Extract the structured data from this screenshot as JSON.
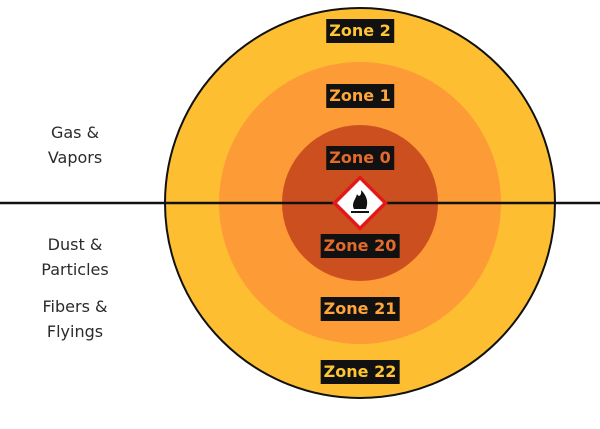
{
  "categories": {
    "gas": "Gas &\nVapors",
    "dust": "Dust &\nParticles",
    "fibers": "Fibers &\nFlyings"
  },
  "zones": {
    "gas": [
      "Zone 2",
      "Zone 1",
      "Zone 0"
    ],
    "dust": [
      "Zone 20",
      "Zone 21",
      "Zone 22"
    ]
  },
  "colors": {
    "outer_ring": "#fdbf31",
    "middle_ring": "#fd9b36",
    "inner_core": "#cc4f1f",
    "outline": "#111111",
    "hazard_symbol_border": "#e11919",
    "hazard_flame": "#111111"
  },
  "icons": {
    "center": "flammable-hazard-icon"
  }
}
